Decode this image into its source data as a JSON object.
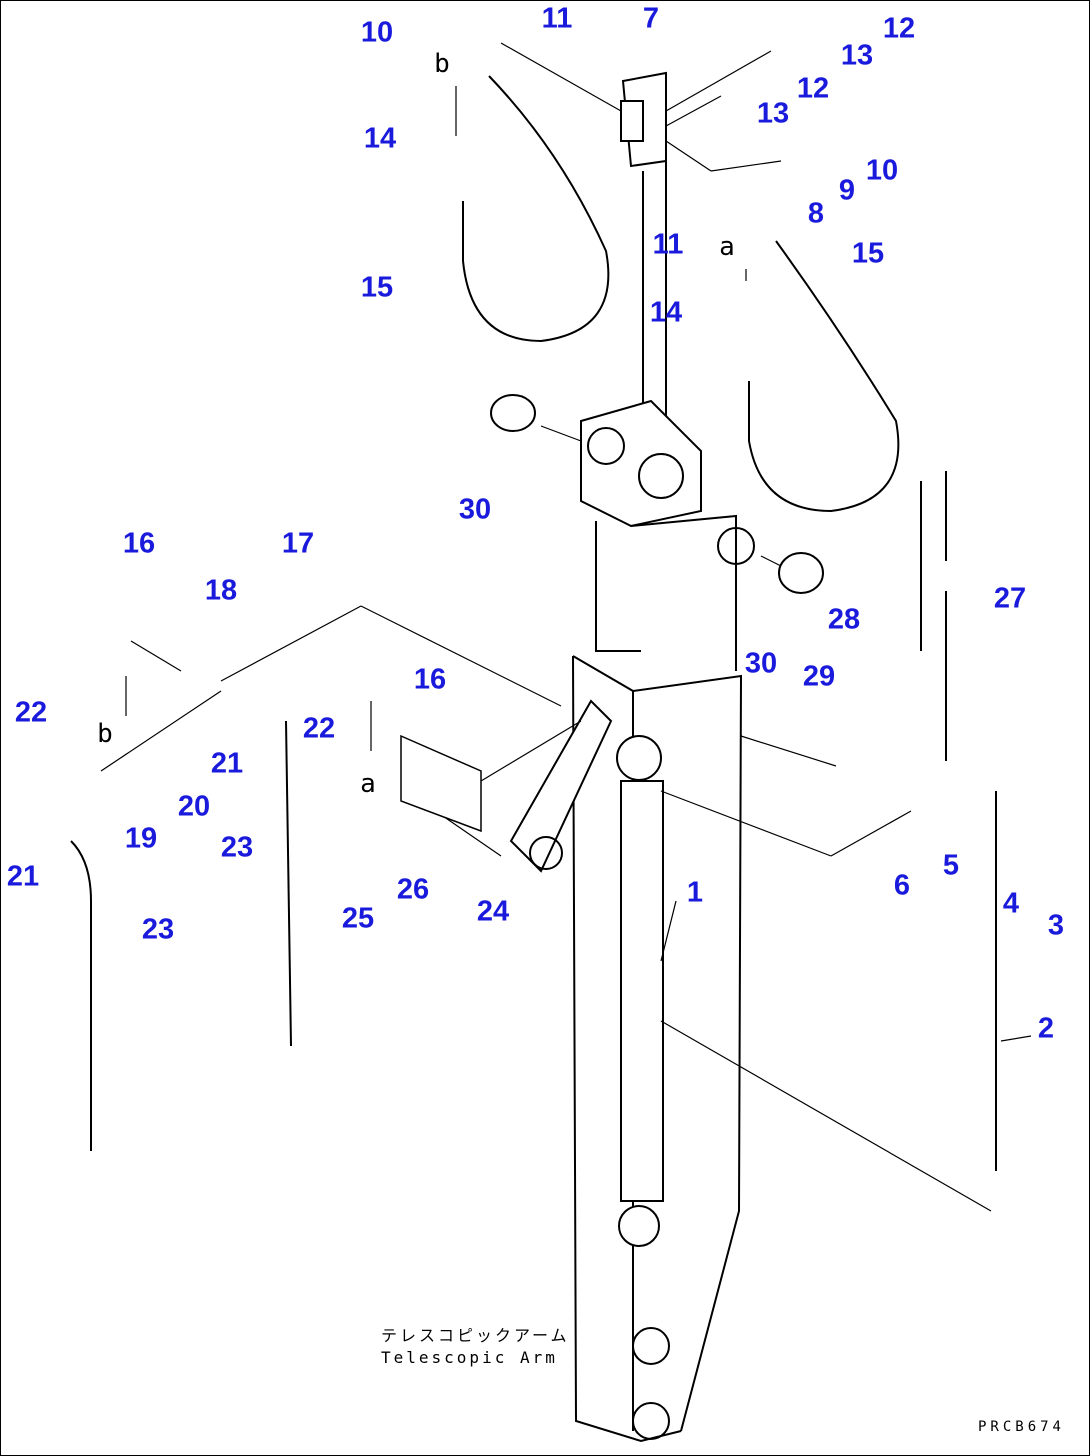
{
  "callouts": [
    "10",
    "11",
    "7",
    "12",
    "13",
    "12",
    "13",
    "10",
    "9",
    "8",
    "11",
    "15",
    "14",
    "15",
    "14",
    "30",
    "16",
    "17",
    "18",
    "27",
    "28",
    "30",
    "16",
    "29",
    "22",
    "22",
    "21",
    "19",
    "20",
    "23",
    "21",
    "23",
    "25",
    "26",
    "24",
    "1",
    "6",
    "5",
    "4",
    "3",
    "2"
  ],
  "view_markers": [
    "b",
    "a",
    "b",
    "a"
  ],
  "caption": {
    "japanese": "テレスコピックアーム",
    "english": "Telescopic Arm"
  },
  "drawing_code": "PRCB674",
  "colors": {
    "callout": "#1a1adc",
    "line": "#000000"
  }
}
